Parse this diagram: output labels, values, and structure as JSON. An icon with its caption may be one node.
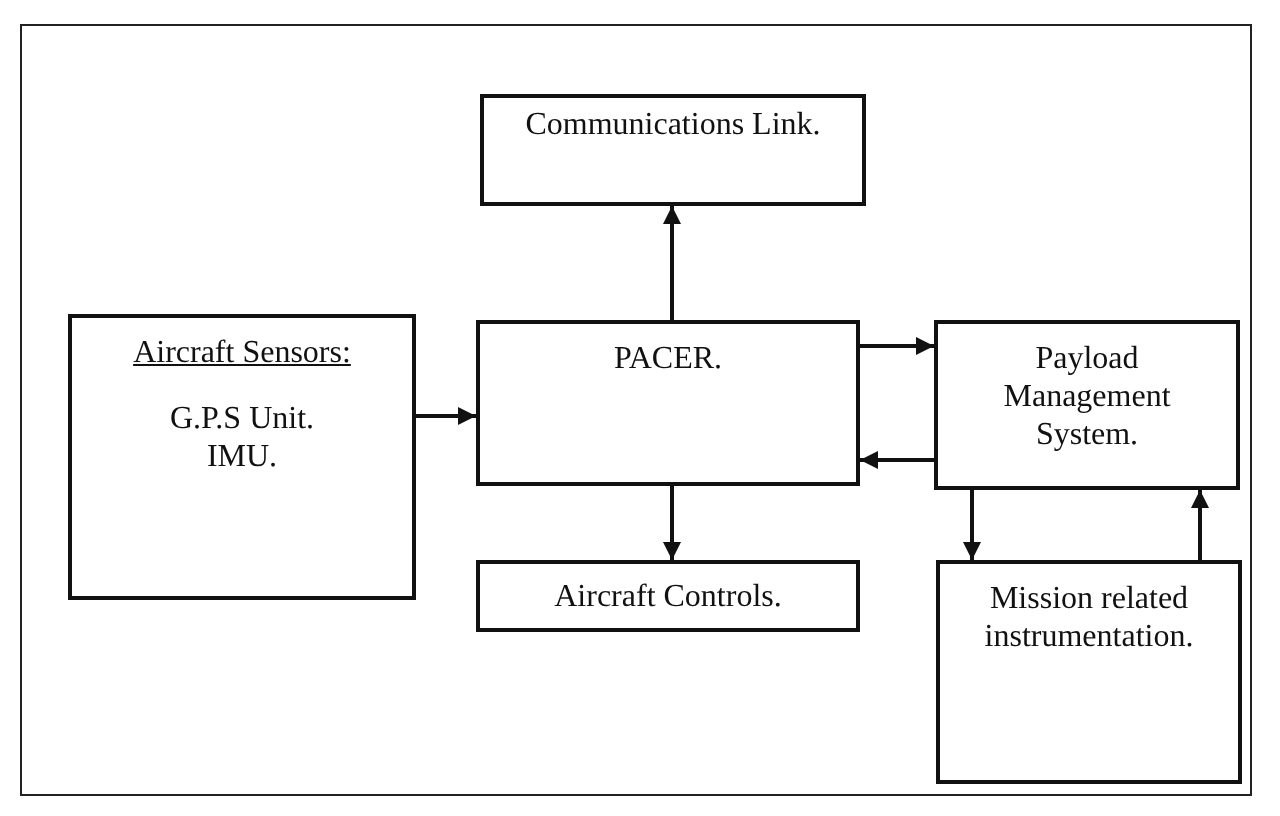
{
  "diagram": {
    "nodes": [
      {
        "text": [
          "Communications Link."
        ]
      },
      {
        "text": [
          "Aircraft Sensors:",
          "G.P.S Unit. IMU."
        ]
      },
      {
        "text": [
          "PACER."
        ]
      },
      {
        "text": [
          "Payload Management System."
        ]
      },
      {
        "text": [
          "Aircraft Controls."
        ]
      },
      {
        "text": [
          "Mission related instrumentation."
        ]
      }
    ],
    "edges": [
      {
        "from": 1,
        "to": 2,
        "arrow": "to"
      },
      {
        "from": 2,
        "to": 0,
        "arrow": "to"
      },
      {
        "from": 2,
        "to": 3,
        "arrow": "to"
      },
      {
        "from": 3,
        "to": 2,
        "arrow": "to"
      },
      {
        "from": 2,
        "to": 4,
        "arrow": "to"
      },
      {
        "from": 3,
        "to": 5,
        "arrow": "to"
      },
      {
        "from": 5,
        "to": 3,
        "arrow": "to"
      }
    ]
  }
}
